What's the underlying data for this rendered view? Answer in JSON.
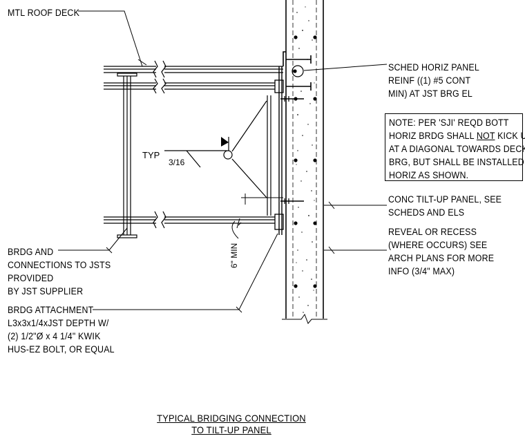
{
  "labels": {
    "roof_deck": "MTL ROOF DECK",
    "horiz_reinf": [
      "SCHED HORIZ PANEL",
      "REINF ((1) #5 CONT",
      "MIN) AT JST BRG EL"
    ],
    "note": {
      "line1": "NOTE: PER 'SJI' REQD BOTT",
      "line2_pre": "HORIZ BRDG SHALL ",
      "line2_ul": "NOT",
      "line2_post": " KICK UP",
      "line3": "AT A DIAGONAL TOWARDS DECK",
      "line4": "BRG, BUT SHALL BE INSTALLED",
      "line5": "HORIZ AS SHOWN."
    },
    "tilt_up": [
      "CONC TILT-UP PANEL, SEE",
      "SCHEDS AND ELS"
    ],
    "reveal": [
      "REVEAL OR RECESS",
      "(WHERE OCCURS) SEE",
      "ARCH PLANS FOR MORE",
      "INFO (3/4\" MAX)"
    ],
    "bridging": [
      "BRDG AND",
      "CONNECTIONS TO JSTS",
      "PROVIDED",
      "BY JST SUPPLIER"
    ],
    "attachment": [
      "BRDG ATTACHMENT",
      "L3x3x1/4xJST DEPTH W/",
      "(2) 1/2\"Ø x 4 1/4\" KWIK",
      "HUS-EZ BOLT, OR EQUAL"
    ],
    "weld_typ": "TYP",
    "weld_size": "3/16",
    "dim_min": "6\" MIN"
  },
  "title": [
    "TYPICAL BRIDGING CONNECTION",
    "TO TILT-UP PANEL"
  ]
}
